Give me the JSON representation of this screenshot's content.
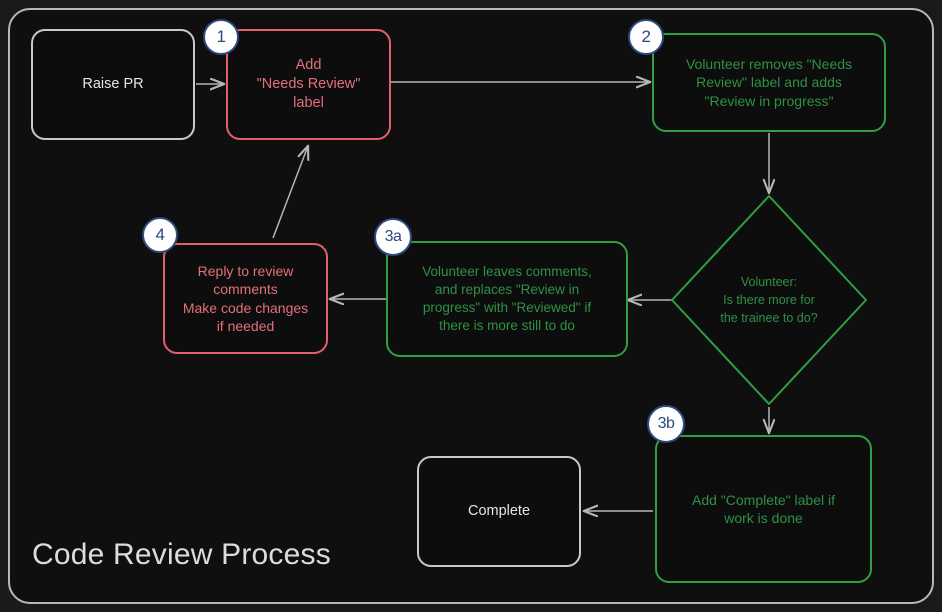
{
  "diagram": {
    "title": "Code Review Process",
    "colors": {
      "background": "#1a1a1a",
      "canvas": "#0f0f0f",
      "neutral": "#c9c9c9",
      "red": "#e4707a",
      "green": "#2f9144",
      "badge_border": "#2b4a7e",
      "badge_fill": "#ffffff",
      "edge": "#b6b6b6"
    },
    "nodes": [
      {
        "id": "raise-pr",
        "label": "Raise PR",
        "color": "neutral",
        "shape": "rounded-rect"
      },
      {
        "id": "add-label",
        "label": "Add\n\"Needs Review\"\nlabel",
        "color": "red",
        "shape": "rounded-rect",
        "badge": "1"
      },
      {
        "id": "volunteer-removes",
        "label": "Volunteer removes \"Needs Review\" label and adds \"Review in progress\"",
        "color": "green",
        "shape": "rounded-rect",
        "badge": "2"
      },
      {
        "id": "decision",
        "label": "Volunteer:\nIs there more for\nthe trainee to do?",
        "color": "green",
        "shape": "diamond"
      },
      {
        "id": "leaves-comments",
        "label": "Volunteer leaves comments, and replaces \"Review in progress\" with \"Reviewed\" if there is more still to do",
        "color": "green",
        "shape": "rounded-rect",
        "badge": "3a"
      },
      {
        "id": "reply-comments",
        "label": "Reply to review comments\nMake code changes\nif needed",
        "color": "red",
        "shape": "rounded-rect",
        "badge": "4"
      },
      {
        "id": "add-complete",
        "label": "Add \"Complete\" label if\nwork is done",
        "color": "green",
        "shape": "rounded-rect",
        "badge": "3b"
      },
      {
        "id": "complete",
        "label": "Complete",
        "color": "neutral",
        "shape": "rounded-rect"
      }
    ],
    "node_text": {
      "raise_pr": "Raise PR",
      "add_label_line1": "Add",
      "add_label_line2": "\"Needs Review\"",
      "add_label_line3": "label",
      "volunteer_removes_line1": "Volunteer removes \"Needs",
      "volunteer_removes_line2": "Review\" label and adds",
      "volunteer_removes_line3": "\"Review in progress\"",
      "decision_line1": "Volunteer:",
      "decision_line2": "Is there more for",
      "decision_line3": "the trainee to do?",
      "leaves_comments_line1": "Volunteer leaves comments,",
      "leaves_comments_line2": "and replaces \"Review in",
      "leaves_comments_line3": "progress\" with \"Reviewed\" if",
      "leaves_comments_line4": "there is more still to do",
      "reply_line1": "Reply to review",
      "reply_line2": "comments",
      "reply_line3": "Make code changes",
      "reply_line4": "if needed",
      "add_complete_line1": "Add \"Complete\" label if",
      "add_complete_line2": "work is done",
      "complete": "Complete"
    },
    "badges": {
      "one": "1",
      "two": "2",
      "three_a": "3a",
      "three_b": "3b",
      "four": "4"
    },
    "edges": [
      {
        "from": "raise-pr",
        "to": "add-label",
        "label": ""
      },
      {
        "from": "add-label",
        "to": "volunteer-removes",
        "label": ""
      },
      {
        "from": "volunteer-removes",
        "to": "decision",
        "label": ""
      },
      {
        "from": "decision",
        "to": "leaves-comments",
        "label": ""
      },
      {
        "from": "leaves-comments",
        "to": "reply-comments",
        "label": ""
      },
      {
        "from": "reply-comments",
        "to": "add-label",
        "label": ""
      },
      {
        "from": "decision",
        "to": "add-complete",
        "label": ""
      },
      {
        "from": "add-complete",
        "to": "complete",
        "label": ""
      }
    ]
  }
}
